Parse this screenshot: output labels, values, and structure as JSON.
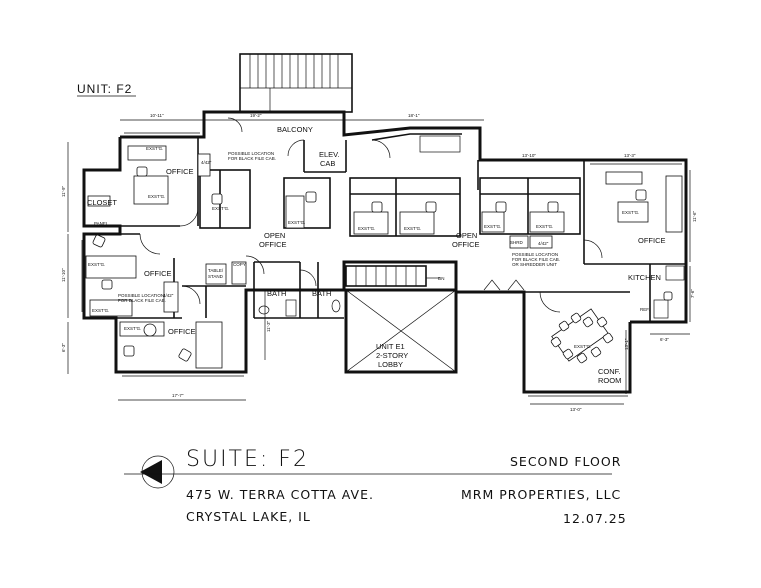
{
  "header": {
    "unit_label": "UNIT: F2"
  },
  "dimensions": {
    "d1": "10'-11\"",
    "d2": "19'-2\"",
    "d3": "18'-1\"",
    "d4": "13'-10\"",
    "d5": "13'-3\"",
    "d6": "11'-9\"",
    "d7": "11'-10\"",
    "d8": "6'-3\"",
    "d9": "11'-3\"",
    "d10": "17'-7\"",
    "d11": "11'-6\"",
    "d12": "7'-6\"",
    "d13": "6'-3\"",
    "d14": "13'-1\"",
    "d15": "13'-0\""
  },
  "rooms": {
    "balcony": "BALCONY",
    "office_1": "OFFICE",
    "office_2": "OFFICE",
    "office_3": "OFFICE",
    "office_4": "OFFICE",
    "closet": "CLOSET",
    "panel": "PANEL",
    "elev_cab_1": "ELEV.",
    "elev_cab_2": "CAB",
    "open_office_left_1": "OPEN",
    "open_office_left_2": "OFFICE",
    "open_office_right_1": "OPEN",
    "open_office_right_2": "OFFICE",
    "bath_1": "BATH",
    "bath_2": "BATH",
    "table_stand_1": "TABLE/",
    "table_stand_2": "STAND",
    "copy": "COPY",
    "dn": "DN",
    "lobby_1": "UNIT E1",
    "lobby_2": "2-STORY",
    "lobby_3": "LOBBY",
    "kitchen": "KITCHEN",
    "ref": "REF.",
    "conf_1": "CONF.",
    "conf_2": "ROOM",
    "shred": "SHRD"
  },
  "notes": {
    "file_cab_a_1": "POSSIBLE LOCATION",
    "file_cab_a_2": "FOR BLACK FILE CAB.",
    "file_cab_b_1": "POSSIBLE LOCATION",
    "file_cab_b_2": "FOR BLACK FILE CAB.",
    "file_cab_c_1": "POSSIBLE LOCATION",
    "file_cab_c_2": "FOR BLACK FILE CAB.",
    "file_cab_c_3": "OR SHREDDER UNIT",
    "existing": "EXST'G.",
    "lateral": "4/42\""
  },
  "title_block": {
    "suite": "SUITE: F2",
    "floor": "SECOND FLOOR",
    "address_1": "475 W. TERRA COTTA AVE.",
    "address_2": "CRYSTAL LAKE, IL",
    "company": "MRM PROPERTIES, LLC",
    "date": "12.07.25"
  }
}
